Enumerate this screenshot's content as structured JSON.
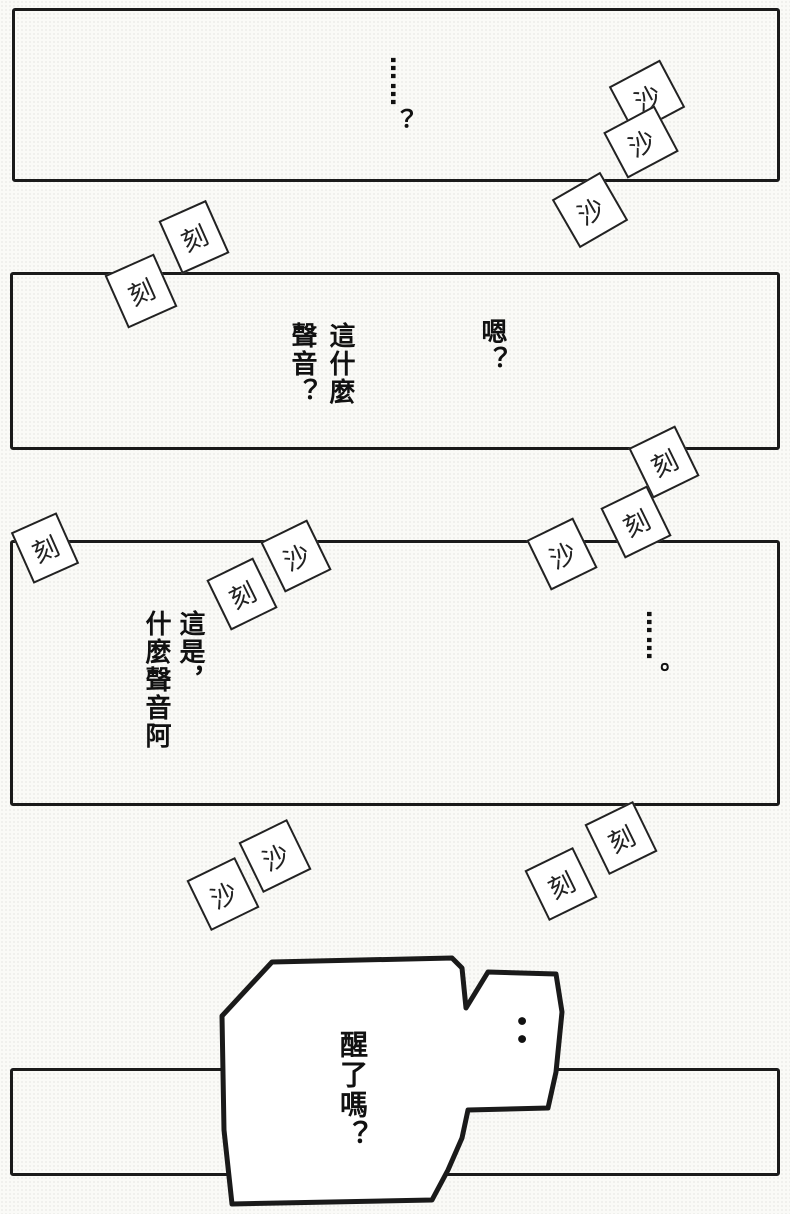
{
  "panel1": {
    "text": "……？"
  },
  "panel2": {
    "line_a": "這什麼",
    "line_b": "聲音？",
    "line_c": "嗯？"
  },
  "panel3": {
    "line_a": "這是，",
    "line_b": "什麼聲音阿",
    "line_c": "……。"
  },
  "panel4": {
    "line_a": "醒了嗎？",
    "dots": "••"
  },
  "sfx": {
    "sha": "沙",
    "ke": "刻"
  }
}
